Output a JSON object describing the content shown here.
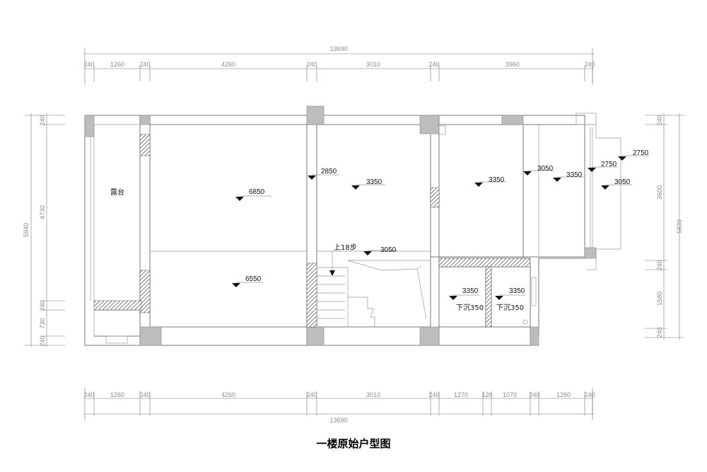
{
  "title": "一楼原始户型图",
  "top_dims": {
    "total": "13690",
    "segments": [
      "240",
      "1260",
      "240",
      "4260",
      "240",
      "3010",
      "240",
      "3960",
      "240"
    ]
  },
  "bottom_dims": {
    "total": "13690",
    "segments": [
      "240",
      "1260",
      "240",
      "4260",
      "240",
      "3010",
      "240",
      "1270",
      "120",
      "1070",
      "240",
      "1260",
      "240"
    ]
  },
  "left_dims": {
    "total": "5940",
    "segments": [
      "240",
      "4730",
      "240",
      "730",
      "240"
    ]
  },
  "right_dims": {
    "total": "5839",
    "segments": [
      "240",
      "3600",
      "240",
      "1580",
      "240"
    ]
  },
  "rooms": {
    "terrace": "露台",
    "stair_note": "上18步",
    "sunken_a": "下沉350",
    "sunken_b": "下沉350"
  },
  "elevations": {
    "e6850": "6850",
    "e6550": "6550",
    "e2850": "2850",
    "e3350_a": "3350",
    "e3050_stair": "3050",
    "e3350_b": "3350",
    "e3050_a": "3050",
    "e3350_c": "3350",
    "e2750_a": "2750",
    "e2750_b": "2750",
    "e3050_b": "3050",
    "e3350_d": "3350",
    "e3350_e": "3350"
  }
}
